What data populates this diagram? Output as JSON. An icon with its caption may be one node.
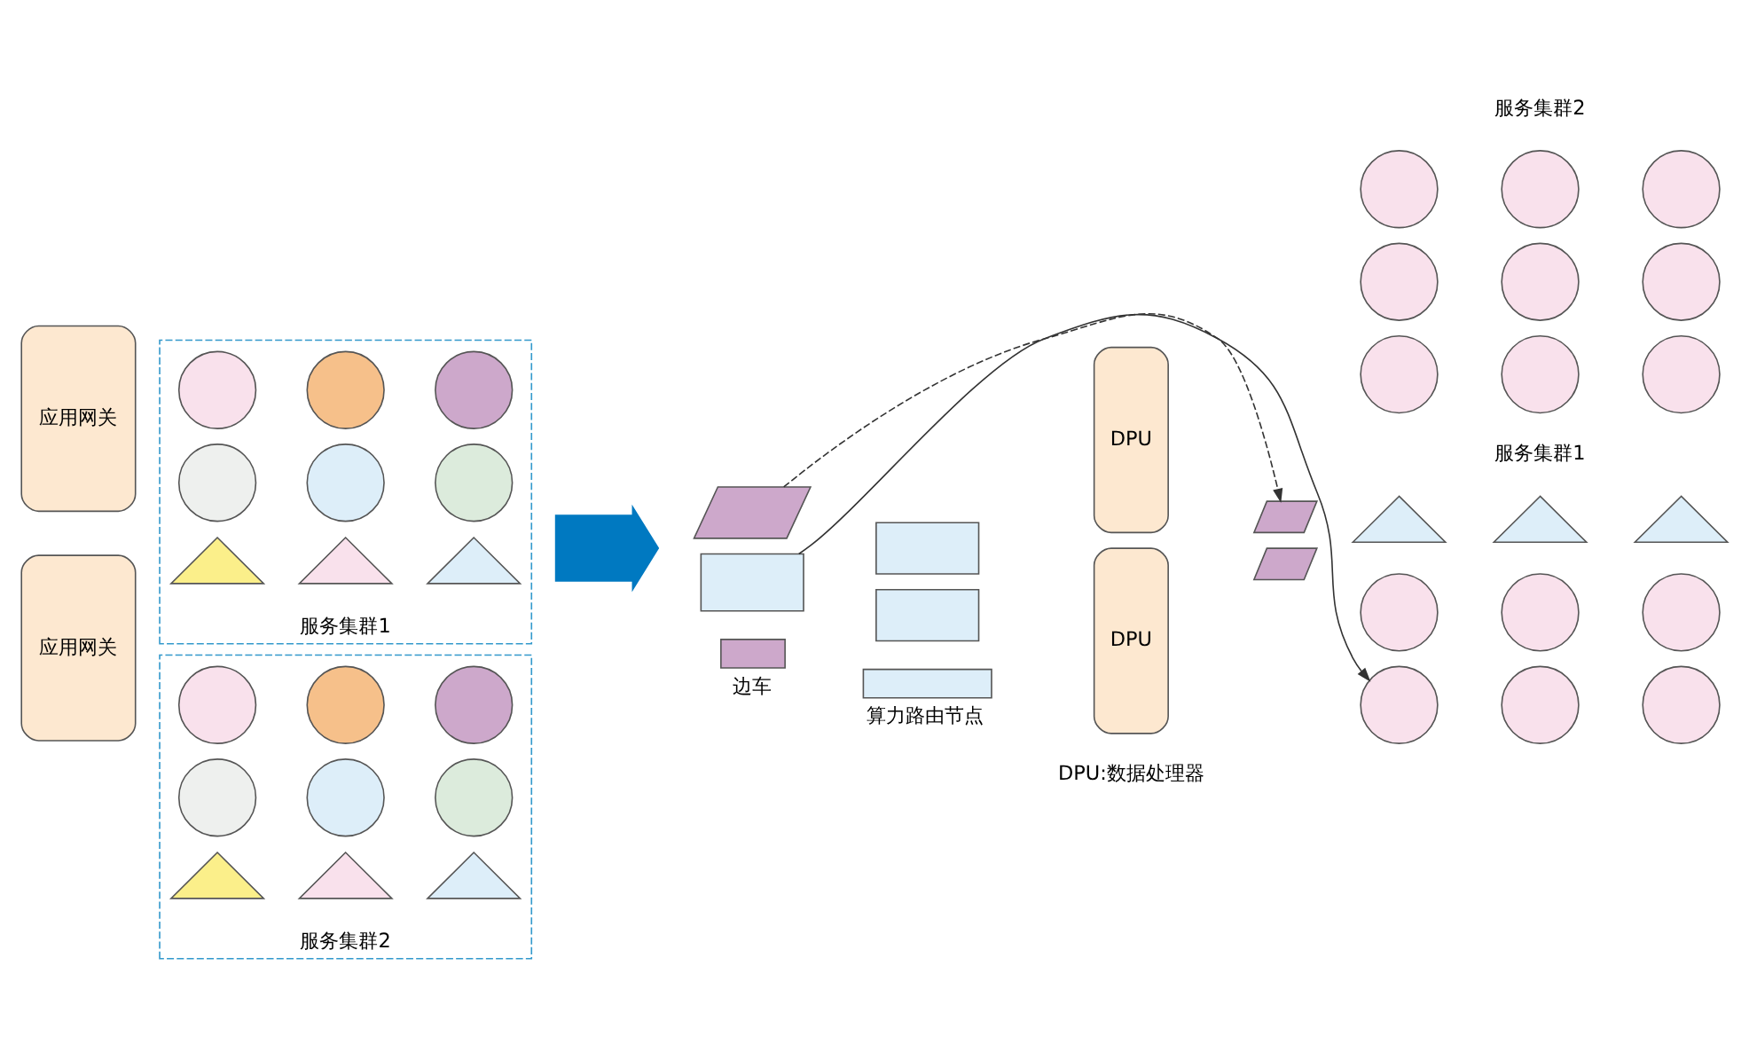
{
  "diagram": {
    "nodes": [
      {
        "text": [
          "应用网关"
        ]
      },
      {
        "text": [
          "服务集群1"
        ]
      },
      {
        "text": [],
        "shape": "circle",
        "in": 1
      },
      {
        "text": [],
        "shape": "circle",
        "in": 1
      },
      {
        "text": [],
        "shape": "circle",
        "in": 1
      },
      {
        "text": [],
        "shape": "circle",
        "in": 1
      },
      {
        "text": [],
        "shape": "circle",
        "in": 1
      },
      {
        "text": [],
        "shape": "circle",
        "in": 1
      },
      {
        "text": [],
        "shape": "triangle",
        "in": 1
      },
      {
        "text": [],
        "shape": "triangle",
        "in": 1
      },
      {
        "text": [],
        "shape": "triangle",
        "in": 1
      },
      {
        "text": [
          "应用网关"
        ]
      },
      {
        "text": [
          "服务集群2"
        ]
      },
      {
        "text": [],
        "shape": "circle",
        "in": 12
      },
      {
        "text": [],
        "shape": "circle",
        "in": 12
      },
      {
        "text": [],
        "shape": "circle",
        "in": 12
      },
      {
        "text": [],
        "shape": "circle",
        "in": 12
      },
      {
        "text": [],
        "shape": "circle",
        "in": 12
      },
      {
        "text": [],
        "shape": "circle",
        "in": 12
      },
      {
        "text": [],
        "shape": "triangle",
        "in": 12
      },
      {
        "text": [],
        "shape": "triangle",
        "in": 12
      },
      {
        "text": [],
        "shape": "triangle",
        "in": 12
      },
      {
        "text": [],
        "shape": "arrow"
      },
      {
        "text": [],
        "shape": "parallelogram"
      },
      {
        "text": [],
        "shape": "box"
      },
      {
        "text": [],
        "shape": "box"
      },
      {
        "text": [
          "DPU"
        ]
      },
      {
        "text": [],
        "shape": "parallelogram"
      },
      {
        "text": [],
        "shape": "circle"
      },
      {
        "text": [],
        "shape": "circle"
      },
      {
        "text": [],
        "shape": "circle"
      },
      {
        "text": [],
        "shape": "circle"
      },
      {
        "text": [],
        "shape": "circle"
      },
      {
        "text": [],
        "shape": "circle"
      },
      {
        "text": [],
        "shape": "triangle"
      },
      {
        "text": [],
        "shape": "triangle"
      },
      {
        "text": [],
        "shape": "triangle"
      },
      {
        "text": [],
        "shape": "box"
      },
      {
        "text": [
          "DPU"
        ]
      },
      {
        "text": [],
        "shape": "parallelogram"
      },
      {
        "text": [],
        "shape": "circle"
      },
      {
        "text": [],
        "shape": "circle"
      },
      {
        "text": [],
        "shape": "circle"
      },
      {
        "text": [],
        "shape": "circle"
      },
      {
        "text": [],
        "shape": "circle"
      },
      {
        "text": [],
        "shape": "circle"
      },
      {
        "text": [],
        "shape": "circle"
      },
      {
        "text": [],
        "shape": "circle"
      },
      {
        "text": [],
        "shape": "circle"
      }
    ],
    "edges": [
      {
        "from": 23,
        "to": 27,
        "arrow": "to",
        "style": "dashed"
      },
      {
        "from": 24,
        "to": 28,
        "arrow": "to"
      }
    ],
    "labels": [
      "服务集群1",
      "服务集群2",
      "DPU:数据处理器"
    ],
    "legend": [
      {
        "text": "边车",
        "color": "#cda8cb"
      },
      {
        "text": "算力路由节点",
        "color": "#ddeef9"
      }
    ]
  }
}
